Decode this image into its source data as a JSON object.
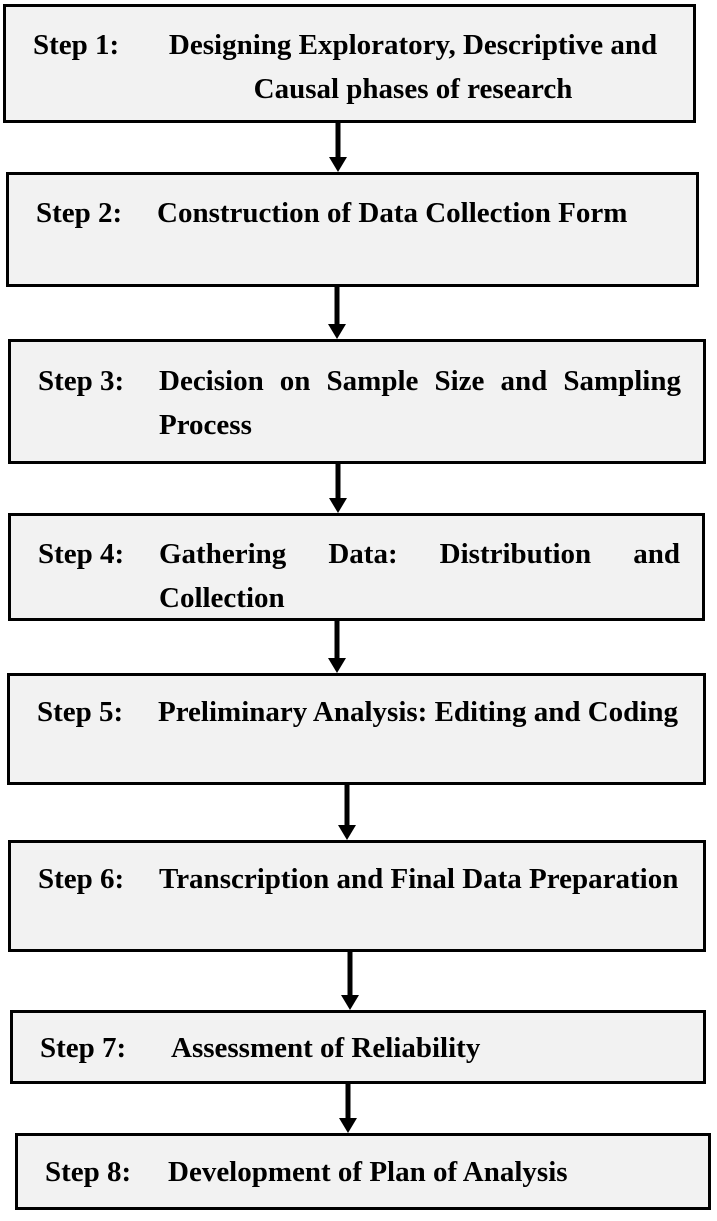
{
  "steps": [
    {
      "label": "Step 1:",
      "text": "Designing Exploratory, Descriptive and Causal phases of research"
    },
    {
      "label": "Step 2:",
      "text": "Construction of Data Collection Form"
    },
    {
      "label": "Step 3:",
      "text": "Decision on Sample Size and Sampling Process"
    },
    {
      "label": "Step 4:",
      "text": "Gathering Data: Distribution and Collection"
    },
    {
      "label": "Step 5:",
      "text": "Preliminary Analysis: Editing and Coding"
    },
    {
      "label": "Step 6:",
      "text": "Transcription and Final Data Preparation"
    },
    {
      "label": "Step 7:",
      "text": "Assessment of Reliability"
    },
    {
      "label": "Step 8:",
      "text": "Development of Plan of Analysis"
    }
  ],
  "colors": {
    "box_fill": "#f2f2f2",
    "border": "#000000",
    "arrow": "#000000"
  }
}
